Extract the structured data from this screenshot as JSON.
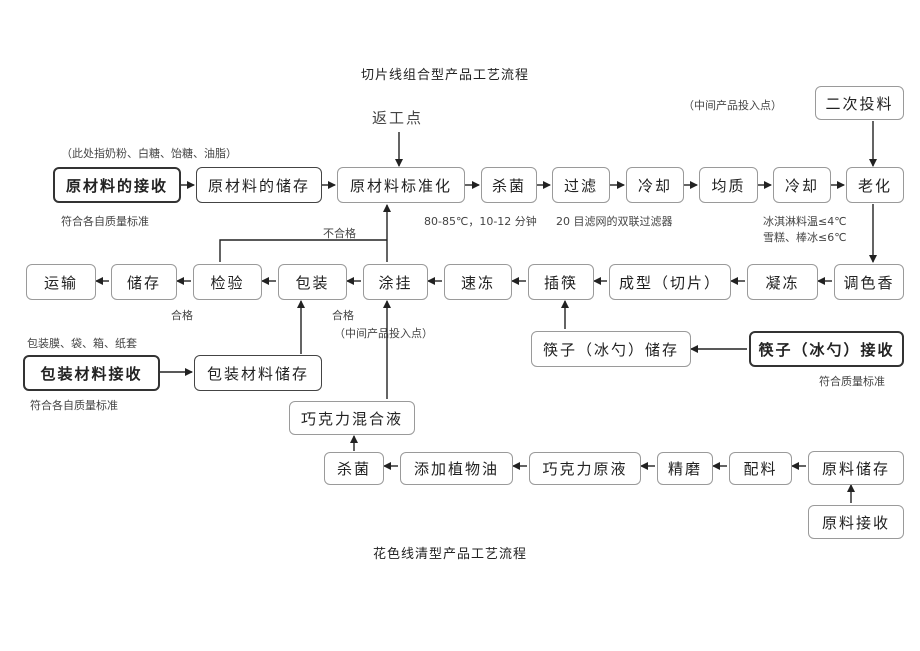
{
  "titles": {
    "top": "切片线组合型产品工艺流程",
    "bottom": "花色线清型产品工艺流程"
  },
  "labels": {
    "rework_point": "返工点",
    "mid_input_top": "（中间产品投入点）",
    "mid_input_mid": "（中间产品投入点）",
    "raw_note": "（此处指奶粉、白糖、饴糖、油脂）",
    "raw_standard": "符合各自质量标准",
    "sterilize_temp": "80-85℃，10-12 分钟",
    "filter_mesh": "20 目滤网的双联过滤器",
    "ice_temp": "冰淇淋料温≤4℃",
    "bar_temp": "雪糕、棒冰≤6℃",
    "unqualified": "不合格",
    "qualified_1": "合格",
    "qualified_2": "合格",
    "pack_note": "包装膜、袋、箱、纸套",
    "pack_standard": "符合各自质量标准",
    "stick_standard": "符合质量标准"
  },
  "nodes": {
    "raw_receive": "原材料的接收",
    "raw_store": "原材料的储存",
    "raw_standardize": "原材料标准化",
    "sterilize": "杀菌",
    "filter": "过滤",
    "cool_1": "冷却",
    "homogenize": "均质",
    "cool_2": "冷却",
    "age": "老化",
    "second_feed": "二次投料",
    "flavor": "调色香",
    "freeze": "凝冻",
    "shape": "成型（切片）",
    "insert_stick": "插筷",
    "quick_freeze": "速冻",
    "coat": "涂挂",
    "pack": "包装",
    "inspect": "检验",
    "store": "储存",
    "transport": "运输",
    "pack_receive": "包装材料接收",
    "pack_store": "包装材料储存",
    "stick_store": "筷子（冰勺）储存",
    "stick_receive": "筷子（冰勺）接收",
    "choc_mix": "巧克力混合液",
    "sterilize_2": "杀菌",
    "add_oil": "添加植物油",
    "choc_base": "巧克力原液",
    "grind": "精磨",
    "mix": "配料",
    "ingredient_store": "原料储存",
    "ingredient_receive": "原料接收"
  }
}
